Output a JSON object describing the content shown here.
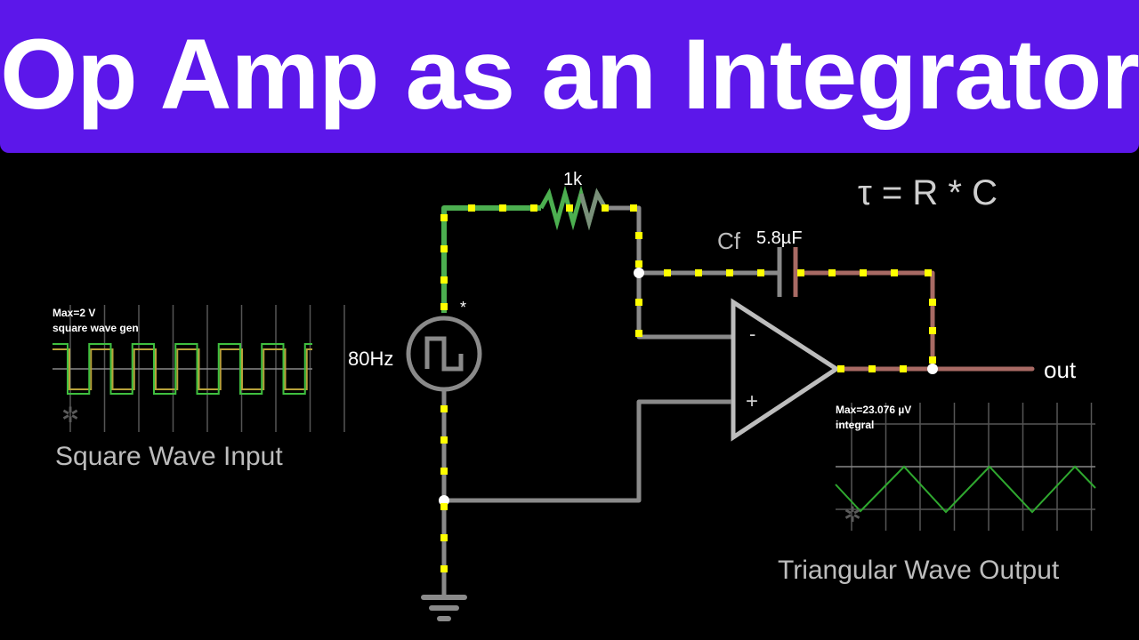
{
  "banner": {
    "title": "Op Amp as an Integrator",
    "color": "#5c17ea"
  },
  "formula": "τ = R * C",
  "components": {
    "resistor": {
      "label": "1k"
    },
    "capacitor": {
      "name": "Cf",
      "value": "5.8µF"
    },
    "source": {
      "frequency": "80Hz",
      "marker": "*"
    },
    "opamp": {
      "minus": "-",
      "plus": "+"
    },
    "output": {
      "label": "out"
    }
  },
  "scopes": {
    "input": {
      "max_text": "Max=2 V",
      "name_text": "square wave gen",
      "caption": "Square Wave Input"
    },
    "output": {
      "max_text": "Max=23.076 µV",
      "name_text": "integral",
      "caption": "Triangular Wave Output"
    }
  },
  "colors": {
    "wire": "#8a8a8a",
    "wire_active": "#4caf50",
    "wire_output": "#a86a64",
    "current_dot": "#ffff00",
    "trace": "#3fbf3f",
    "trace_secondary": "#b8a23a",
    "grid": "#555555"
  }
}
